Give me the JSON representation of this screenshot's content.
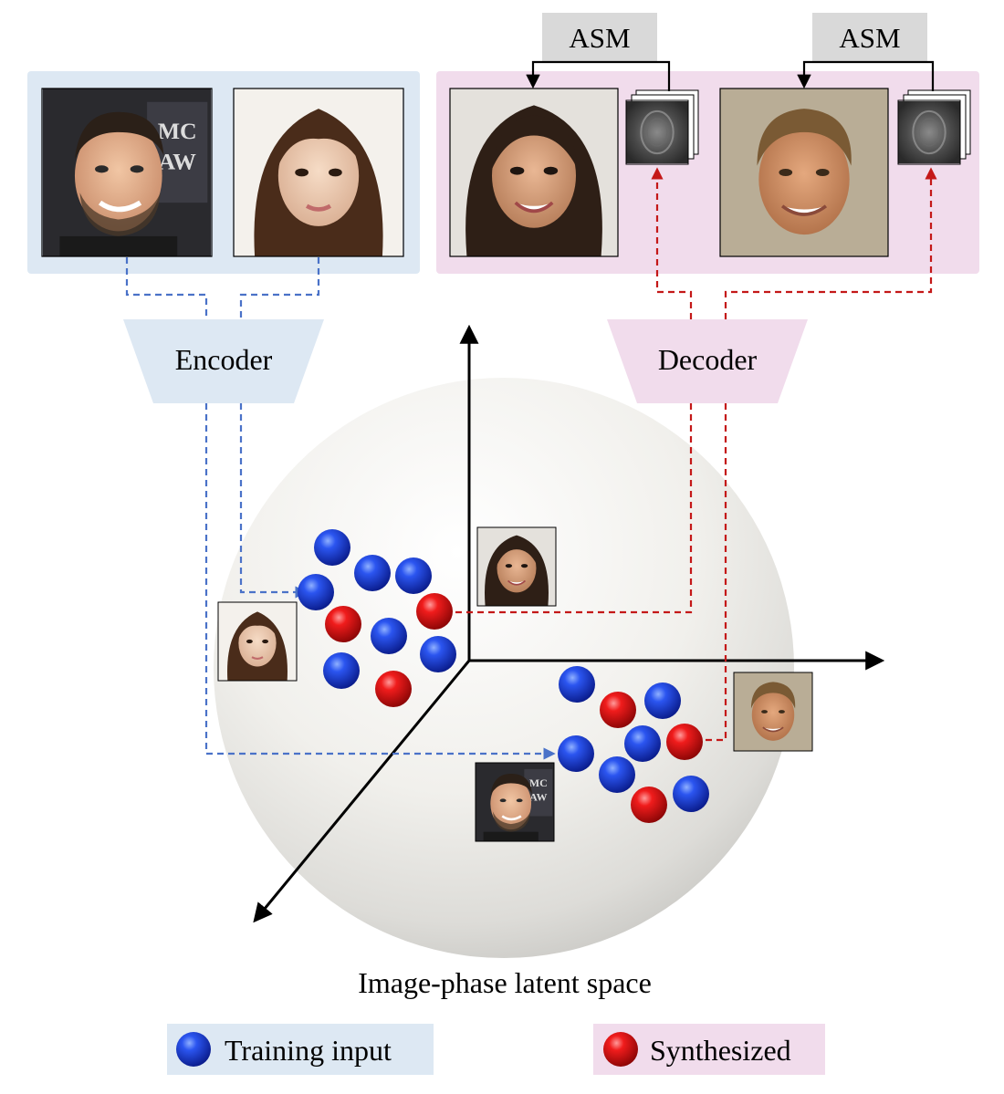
{
  "diagram": {
    "encoder_label": "Encoder",
    "decoder_label": "Decoder",
    "asm_labels": [
      "ASM",
      "ASM"
    ],
    "caption": "Image-phase latent space"
  },
  "legend": {
    "training_label": "Training input",
    "synthesized_label": "Synthesized"
  },
  "colors": {
    "training": "#1a3fe0",
    "synthesized": "#e01818",
    "encoder_panel": "#dde8f3",
    "decoder_panel": "#f1dcec",
    "asm_box": "#d9d9d9",
    "encoder_line": "#4a72c8",
    "decoder_line": "#c41818"
  },
  "images": [
    {
      "name": "input-face-man-photo",
      "kind": "real photo"
    },
    {
      "name": "input-face-woman-photo",
      "kind": "real photo"
    },
    {
      "name": "synthesized-face-woman-photo",
      "kind": "synthesized"
    },
    {
      "name": "synthesized-face-man-photo",
      "kind": "synthesized"
    }
  ]
}
